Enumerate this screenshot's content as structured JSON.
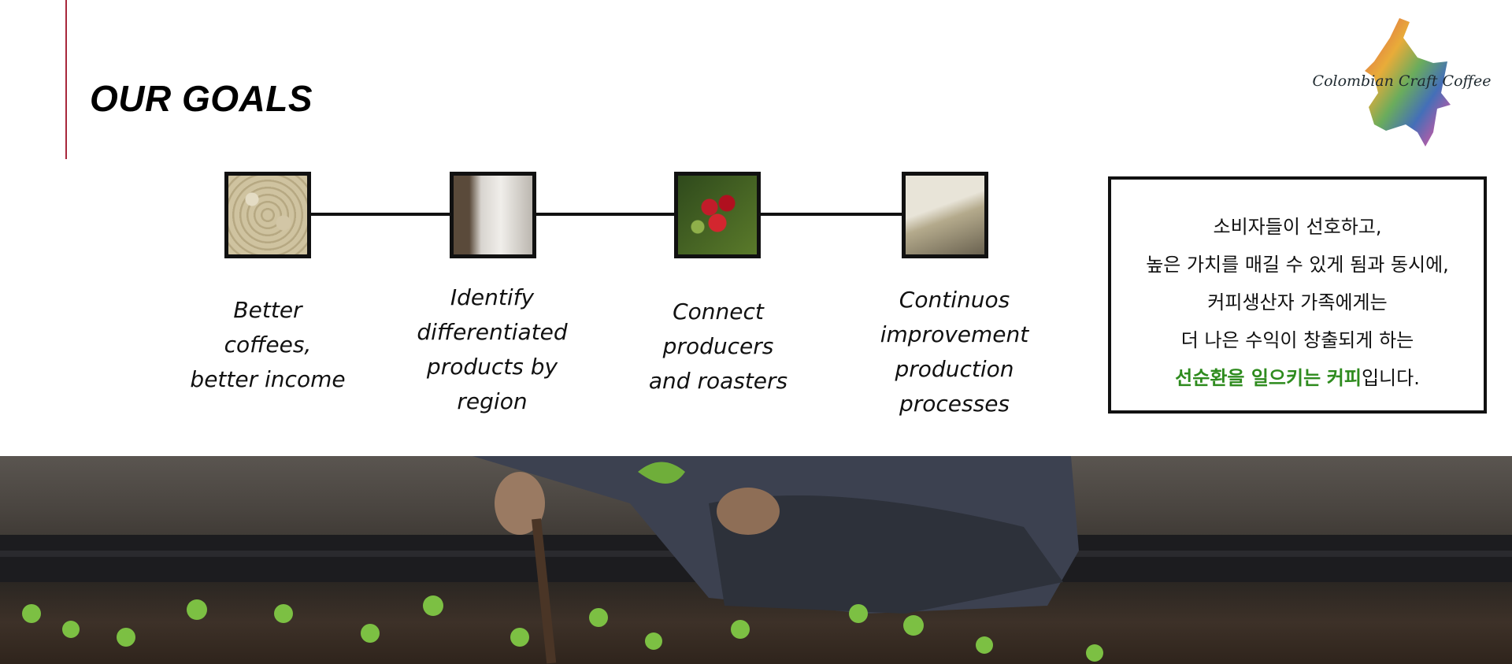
{
  "title": "OUR GOALS",
  "logo": {
    "text": "Colombian Craft Coffee"
  },
  "goals": [
    {
      "image": "green-coffee-beans",
      "lines": [
        "Better",
        "coffees,",
        "better income"
      ]
    },
    {
      "image": "scientist-microscope",
      "lines": [
        "Identify",
        "differentiated",
        "products by",
        "region"
      ]
    },
    {
      "image": "red-coffee-cherries",
      "lines": [
        "Connect",
        "producers",
        "and roasters"
      ]
    },
    {
      "image": "coffee-processing",
      "lines": [
        "Continuos",
        "improvement",
        "production",
        "processes"
      ]
    }
  ],
  "korean_box": {
    "lines": [
      "소비자들이 선호하고,",
      "높은 가치를 매길 수 있게 됨과 동시에,",
      "커피생산자 가족에게는",
      "더 나은 수익이 창출되게 하는"
    ],
    "last_highlight_1": "선순환을 일으키는",
    "last_highlight_2": "커피",
    "last_tail": "입니다.",
    "highlight_color": "#2e8b1e"
  },
  "photo": "farmer-planting-coffee-seedlings"
}
